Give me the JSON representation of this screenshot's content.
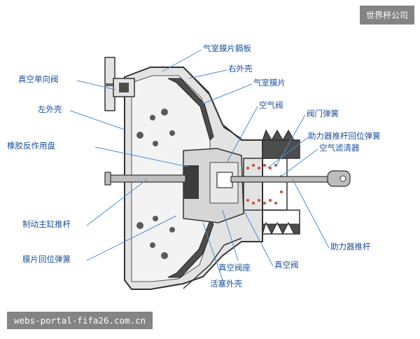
{
  "labels": {
    "diaphragm_seat": "气室膜片膈板",
    "right_shell": "右外壳",
    "diaphragm": "气室膜片",
    "vacuum_check_valve": "真空单向阀",
    "air_valve": "空气阀",
    "valve_spring": "阀门弹簧",
    "left_shell": "左外壳",
    "pushrod_return_spring": "助力器推杆回位弹簧",
    "rubber_reaction_disc": "橡胶反作用盘",
    "air_filter": "空气滤清器",
    "master_cylinder_pushrod": "制动主缸推杆",
    "booster_pushrod": "助力器推杆",
    "diaphragm_return_spring": "膜片回位弹簧",
    "vacuum_valve_seat": "真空阀座",
    "vacuum_valve": "真空阀",
    "piston_housing": "活塞外壳"
  },
  "watermarks": {
    "top_right": "世界杯公司",
    "bottom_left": "webs-portal-fifa26.com.cn"
  },
  "colors": {
    "label": "#1a4f9c",
    "leader": "#4a8fd6",
    "shell_fill": "#e3e3e3",
    "outline": "#333333",
    "dark_fill": "#4d4d4d"
  }
}
